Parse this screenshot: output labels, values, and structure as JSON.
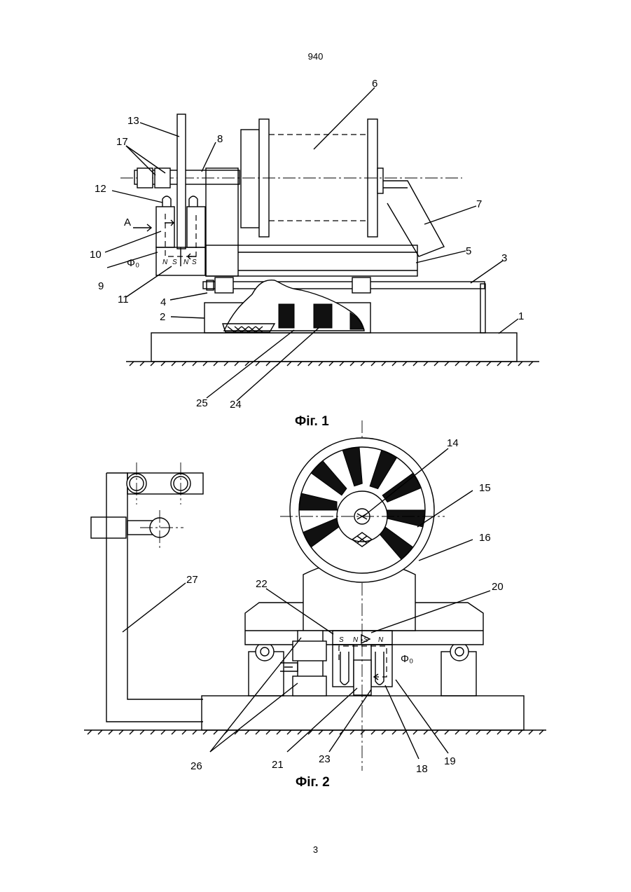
{
  "page_number_top": "940",
  "page_number_bottom": "3",
  "figure1": {
    "caption": "Фіг. 1",
    "labels": {
      "l1": "1",
      "l2": "2",
      "l3": "3",
      "l4": "4",
      "l5": "5",
      "l6": "6",
      "l7": "7",
      "l8": "8",
      "l9": "9",
      "l10": "10",
      "l11": "11",
      "l12": "12",
      "l13": "13",
      "l17": "17",
      "l24": "24",
      "l25": "25",
      "arrowA": "А",
      "flux": "Φ₀"
    },
    "poles": {
      "n1": "N",
      "s1": "S",
      "n2": "N",
      "s2": "S"
    }
  },
  "figure2": {
    "caption": "Фіг. 2",
    "labels": {
      "l14": "14",
      "l15": "15",
      "l16": "16",
      "l18": "18",
      "l19": "19",
      "l20": "20",
      "l21": "21",
      "l22": "22",
      "l23": "23",
      "l26": "26",
      "l27": "27",
      "flux": "Φ₀"
    },
    "poles": {
      "s1": "S",
      "n1": "N",
      "s2": "S",
      "n2": "N"
    }
  }
}
